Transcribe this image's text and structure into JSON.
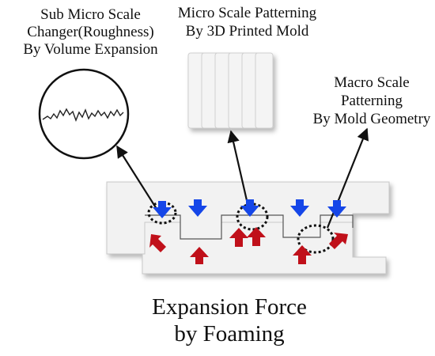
{
  "labels": {
    "sub_micro": [
      "Sub Micro Scale",
      "Changer(Roughness)",
      "By Volume Expansion"
    ],
    "micro": [
      "Micro Scale Patterning",
      "By 3D Printed Mold"
    ],
    "macro": [
      "Macro Scale",
      "Patterning",
      "By Mold Geometry"
    ],
    "caption": [
      "Expansion Force",
      "by Foaming"
    ]
  },
  "colors": {
    "compression_arrow": "#1546e8",
    "expansion_arrow": "#c0101a",
    "mold_fill": "#f2f2f2",
    "outline": "#111111"
  },
  "icons": {
    "compression": "arrow-down-icon",
    "expansion": "arrow-up-icon",
    "roughness": "roughness-zoom-icon",
    "micro_mold": "printed-mold-slab-icon"
  }
}
